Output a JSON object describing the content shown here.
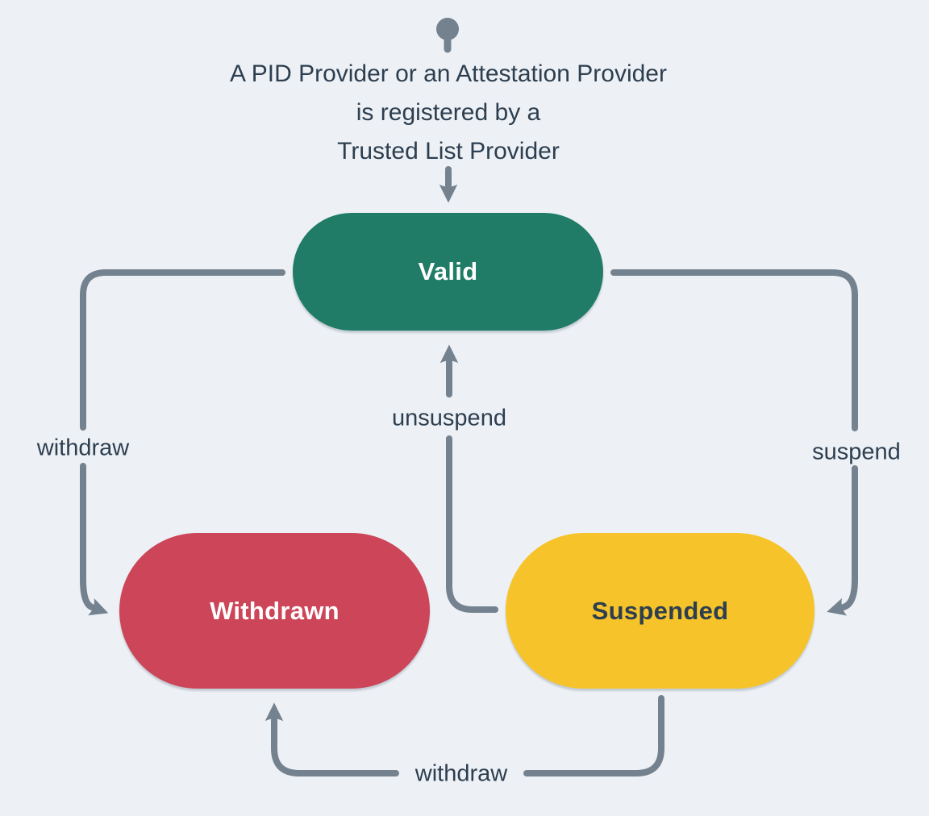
{
  "caption": {
    "line1": "A PID Provider or an Attestation Provider",
    "line2": "is registered by a",
    "line3": "Trusted List Provider"
  },
  "states": {
    "valid": "Valid",
    "withdrawn": "Withdrawn",
    "suspended": "Suspended"
  },
  "edge_labels": {
    "withdraw_left": "withdraw",
    "suspend": "suspend",
    "unsuspend": "unsuspend",
    "withdraw_bottom": "withdraw"
  },
  "colors": {
    "bg": "#EDF1F6",
    "edge": "#74828F",
    "ink": "#2D3E4F",
    "light": "#FFFFFF",
    "valid": "#207C66",
    "withdrawn": "#CC4558",
    "suspended": "#F6C42A"
  }
}
